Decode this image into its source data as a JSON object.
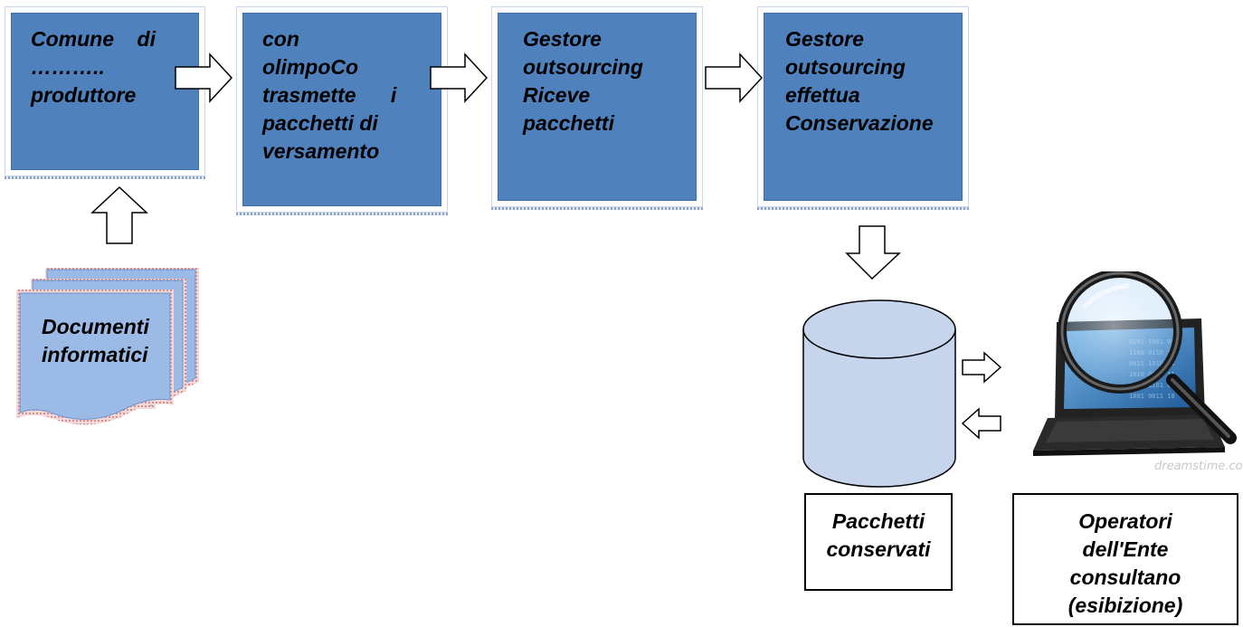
{
  "boxes": [
    {
      "lines": [
        "Comune    di",
        "………..",
        "produttore"
      ]
    },
    {
      "lines": [
        "con",
        "olimpoCo",
        "trasmette      i",
        "pacchetti di",
        "versamento"
      ]
    },
    {
      "lines": [
        "Gestore",
        "outsourcing",
        "Riceve",
        "pacchetti"
      ]
    },
    {
      "lines": [
        "Gestore",
        "outsourcing",
        "effettua",
        "Conservazione"
      ]
    }
  ],
  "documents": {
    "lines": [
      "Documenti",
      "informatici"
    ]
  },
  "storage": {
    "lines": [
      "Pacchetti",
      "conservati"
    ]
  },
  "operators": {
    "lines": [
      "Operatori",
      "dell'Ente",
      "consultano",
      "(esibizione)"
    ]
  },
  "watermark": "dreamstime.com",
  "colors": {
    "box_fill": "#4f81bd",
    "doc_fill": "#9bbae6",
    "cylinder_fill": "#c6d5ec"
  },
  "icons": {
    "laptop": "laptop-magnifier-icon",
    "database": "cylinder-database-icon"
  }
}
